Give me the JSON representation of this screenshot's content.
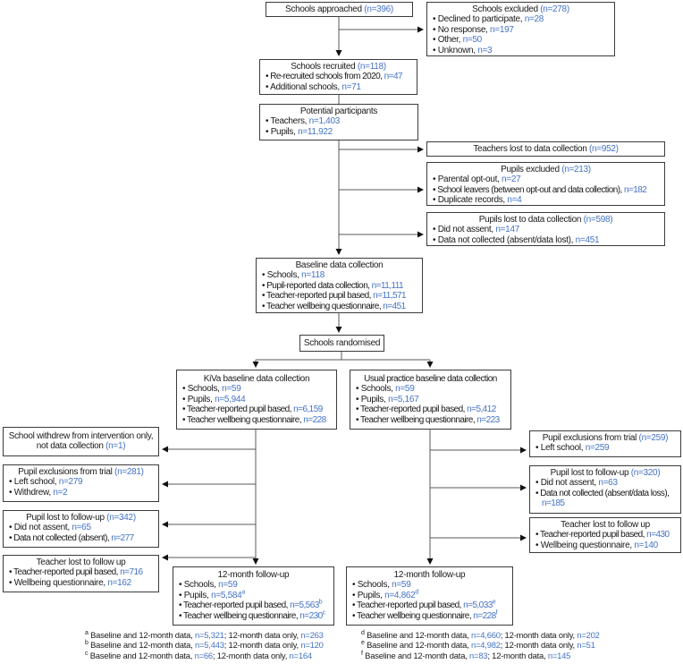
{
  "accent": {
    "blue": "#4472C4"
  },
  "flow": {
    "schools_approached": {
      "title": "Schools approached (n=396)"
    },
    "schools_excluded": {
      "title": "Schools excluded (n=278)",
      "items": [
        "Declined to participate, n=28",
        "No response, n=197",
        "Other, n=50",
        "Unknown, n=3"
      ]
    },
    "schools_recruited": {
      "title": "Schools recruited (n=118)",
      "items": [
        "Re-recruited schools from 2020, n=47",
        "Additional schools, n=71"
      ]
    },
    "potential_participants": {
      "title": "Potential participants",
      "items": [
        "Teachers, n=1,403",
        "Pupils, n=11,922"
      ]
    },
    "teachers_lost_collection": {
      "title": "Teachers lost to data collection (n=952)"
    },
    "pupils_excluded": {
      "title": "Pupils excluded (n=213)",
      "items": [
        "Parental opt-out, n=27",
        "School leavers (between opt-out and data collection), n=182",
        "Duplicate records, n=4"
      ]
    },
    "pupils_lost_collection": {
      "title": "Pupils lost to data collection (n=598)",
      "items": [
        "Did not assent, n=147",
        "Data not collected (absent/data lost), n=451"
      ]
    },
    "baseline": {
      "title": "Baseline data collection",
      "items": [
        "Schools, n=118",
        "Pupil-reported data collection, n=11,111",
        "Teacher-reported pupil based, n=11,571",
        "Teacher wellbeing questionnaire, n=451"
      ]
    },
    "randomised": {
      "title": "Schools randomised"
    },
    "kiva_baseline": {
      "title": "KiVa baseline data collection",
      "items": [
        "Schools, n=59",
        "Pupils, n=5,944",
        "Teacher-reported pupil based, n=6,159",
        "Teacher wellbeing questionnaire, n=228"
      ]
    },
    "usual_baseline": {
      "title": "Usual practice baseline data collection",
      "items": [
        "Schools, n=59",
        "Pupils, n=5,167",
        "Teacher-reported pupil based, n=5,412",
        "Teacher wellbeing questionnaire, n=223"
      ]
    },
    "school_withdrew": {
      "title": "School withdrew from intervention only, not data collection (n=1)"
    },
    "pupil_exclusions_kiva": {
      "title": "Pupil exclusions from trial (n=281)",
      "items": [
        "Left school, n=279",
        "Withdrew, n=2"
      ]
    },
    "pupil_lost_kiva": {
      "title": "Pupil lost to follow-up (n=342)",
      "items": [
        "Did not assent, n=65",
        "Data not collected (absent), n=277"
      ]
    },
    "teacher_lost_kiva": {
      "title": "Teacher lost to follow up",
      "items": [
        "Teacher-reported pupil based, n=716",
        "Wellbeing questionnaire, n=162"
      ]
    },
    "pupil_exclusions_usual": {
      "title": "Pupil exclusions from trial (n=259)",
      "items": [
        "Left school, n=259"
      ]
    },
    "pupil_lost_usual": {
      "title": "Pupil lost to follow-up (n=320)",
      "items": [
        "Did not assent, n=63",
        "Data not collected (absent/data loss), n=185"
      ]
    },
    "teacher_lost_usual": {
      "title": "Teacher lost to follow up",
      "items": [
        "Teacher-reported pupil based, n=430",
        "Wellbeing questionnaire, n=140"
      ]
    },
    "followup_kiva": {
      "title": "12-month follow-up",
      "items": [
        "Schools, n=59",
        "Pupils, n=5,584^a",
        "Teacher-reported pupil based, n=5,563^b",
        "Teacher wellbeing questionnaire, n=230^c"
      ]
    },
    "followup_usual": {
      "title": "12-month follow-up",
      "items": [
        "Schools, n=59",
        "Pupils, n=4,862^d",
        "Teacher-reported pupil based, n=5,033^e",
        "Teacher wellbeing questionnaire, n=228^f"
      ]
    }
  },
  "footnotes": {
    "left": [
      "^a Baseline and 12-month data, n=5,321; 12-month data only, n=263",
      "^b Baseline and 12-month data, n=5,443; 12-month data only, n=120",
      "^c Baseline and 12-month data, n=66; 12-month data only, n=164"
    ],
    "right": [
      "^d Baseline and 12-month data, n=4,660; 12-month data only, n=202",
      "^e Baseline and 12-month data, n=4,982; 12-month data only, n=51",
      "^f Baseline and 12-month data, n=83; 12-month data, n=145"
    ]
  }
}
